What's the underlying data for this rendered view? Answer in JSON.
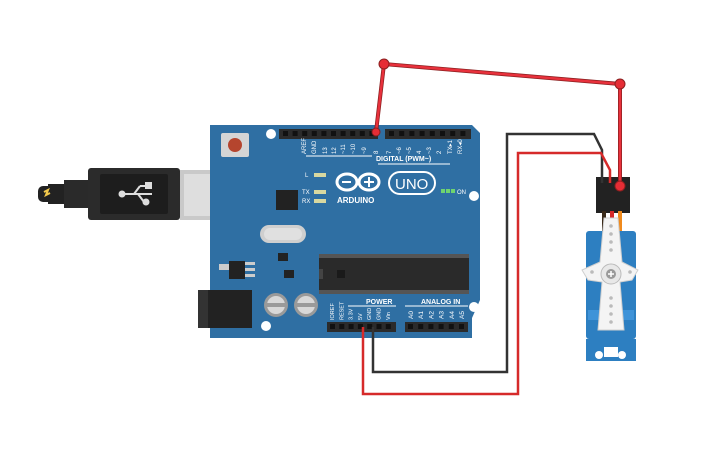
{
  "board": {
    "logo": "ARDUINO",
    "model": "UNO",
    "digital_header": "DIGITAL (PWM~)",
    "power_header": "POWER",
    "analog_header": "ANALOG IN",
    "on_label": "ON",
    "led_l": "L",
    "led_tx": "TX",
    "led_rx": "RX",
    "digital_pins": [
      "AREF",
      "GND",
      "13",
      "12",
      "~11",
      "~10",
      "~9",
      "8",
      "7",
      "~6",
      "~5",
      "4",
      "~3",
      "2",
      "TX▸1",
      "RX◂0"
    ],
    "power_pins": [
      "IOREF",
      "RESET",
      "3.3V",
      "5V",
      "GND",
      "GND",
      "Vin"
    ],
    "analog_pins": [
      "A0",
      "A1",
      "A2",
      "A3",
      "A4",
      "A5"
    ]
  },
  "colors": {
    "board": "#2f6fa3",
    "signal_wire": "#e8313c",
    "power_wire": "#d62a2a",
    "ground_wire": "#333333",
    "servo": "#2d7fc1",
    "usb_cable": "#222222"
  },
  "components": [
    "arduino-uno",
    "micro-servo",
    "usb-cable"
  ]
}
